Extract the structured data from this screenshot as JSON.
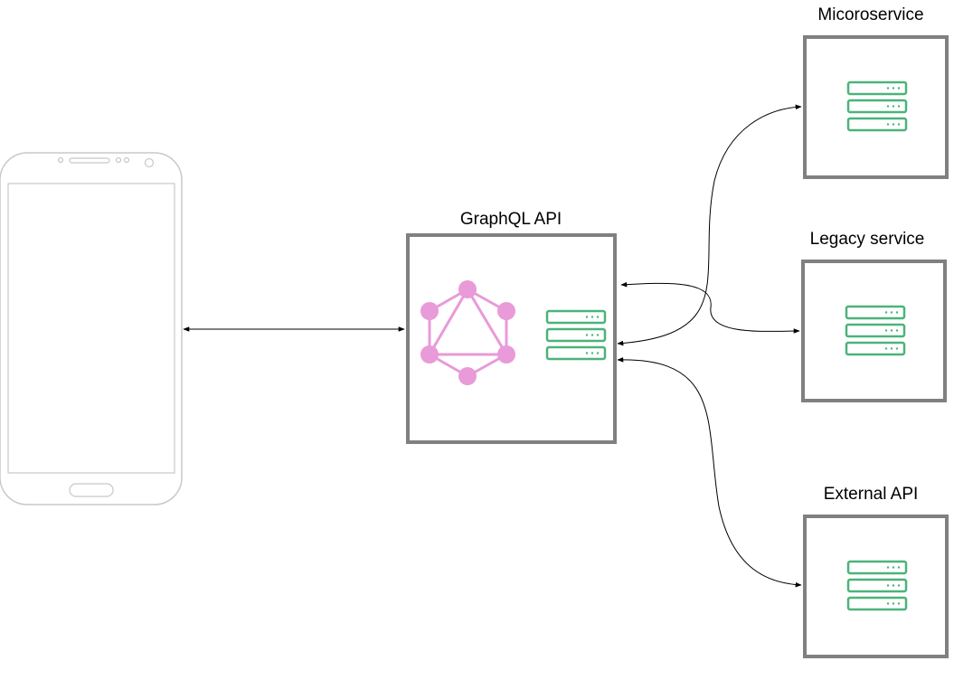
{
  "nodes": {
    "graphql": {
      "label": "GraphQL API"
    },
    "microservice": {
      "label": "Micoroservice"
    },
    "legacy": {
      "label": "Legacy service"
    },
    "external": {
      "label": "External API"
    }
  },
  "icons": {
    "client": "smartphone-icon",
    "graphql": "graphql-logo-icon",
    "server": "server-rack-icon"
  },
  "colors": {
    "box_border": "#808080",
    "graphql_pink": "#e99ad8",
    "server_green": "#4cb37a",
    "phone_outline": "#c8c8c8",
    "edge": "#000000"
  },
  "edges": [
    {
      "from": "client",
      "to": "graphql",
      "bidirectional": true
    },
    {
      "from": "graphql",
      "to": "microservice",
      "bidirectional": true
    },
    {
      "from": "graphql",
      "to": "legacy",
      "bidirectional": true
    },
    {
      "from": "graphql",
      "to": "external",
      "bidirectional": true
    }
  ]
}
